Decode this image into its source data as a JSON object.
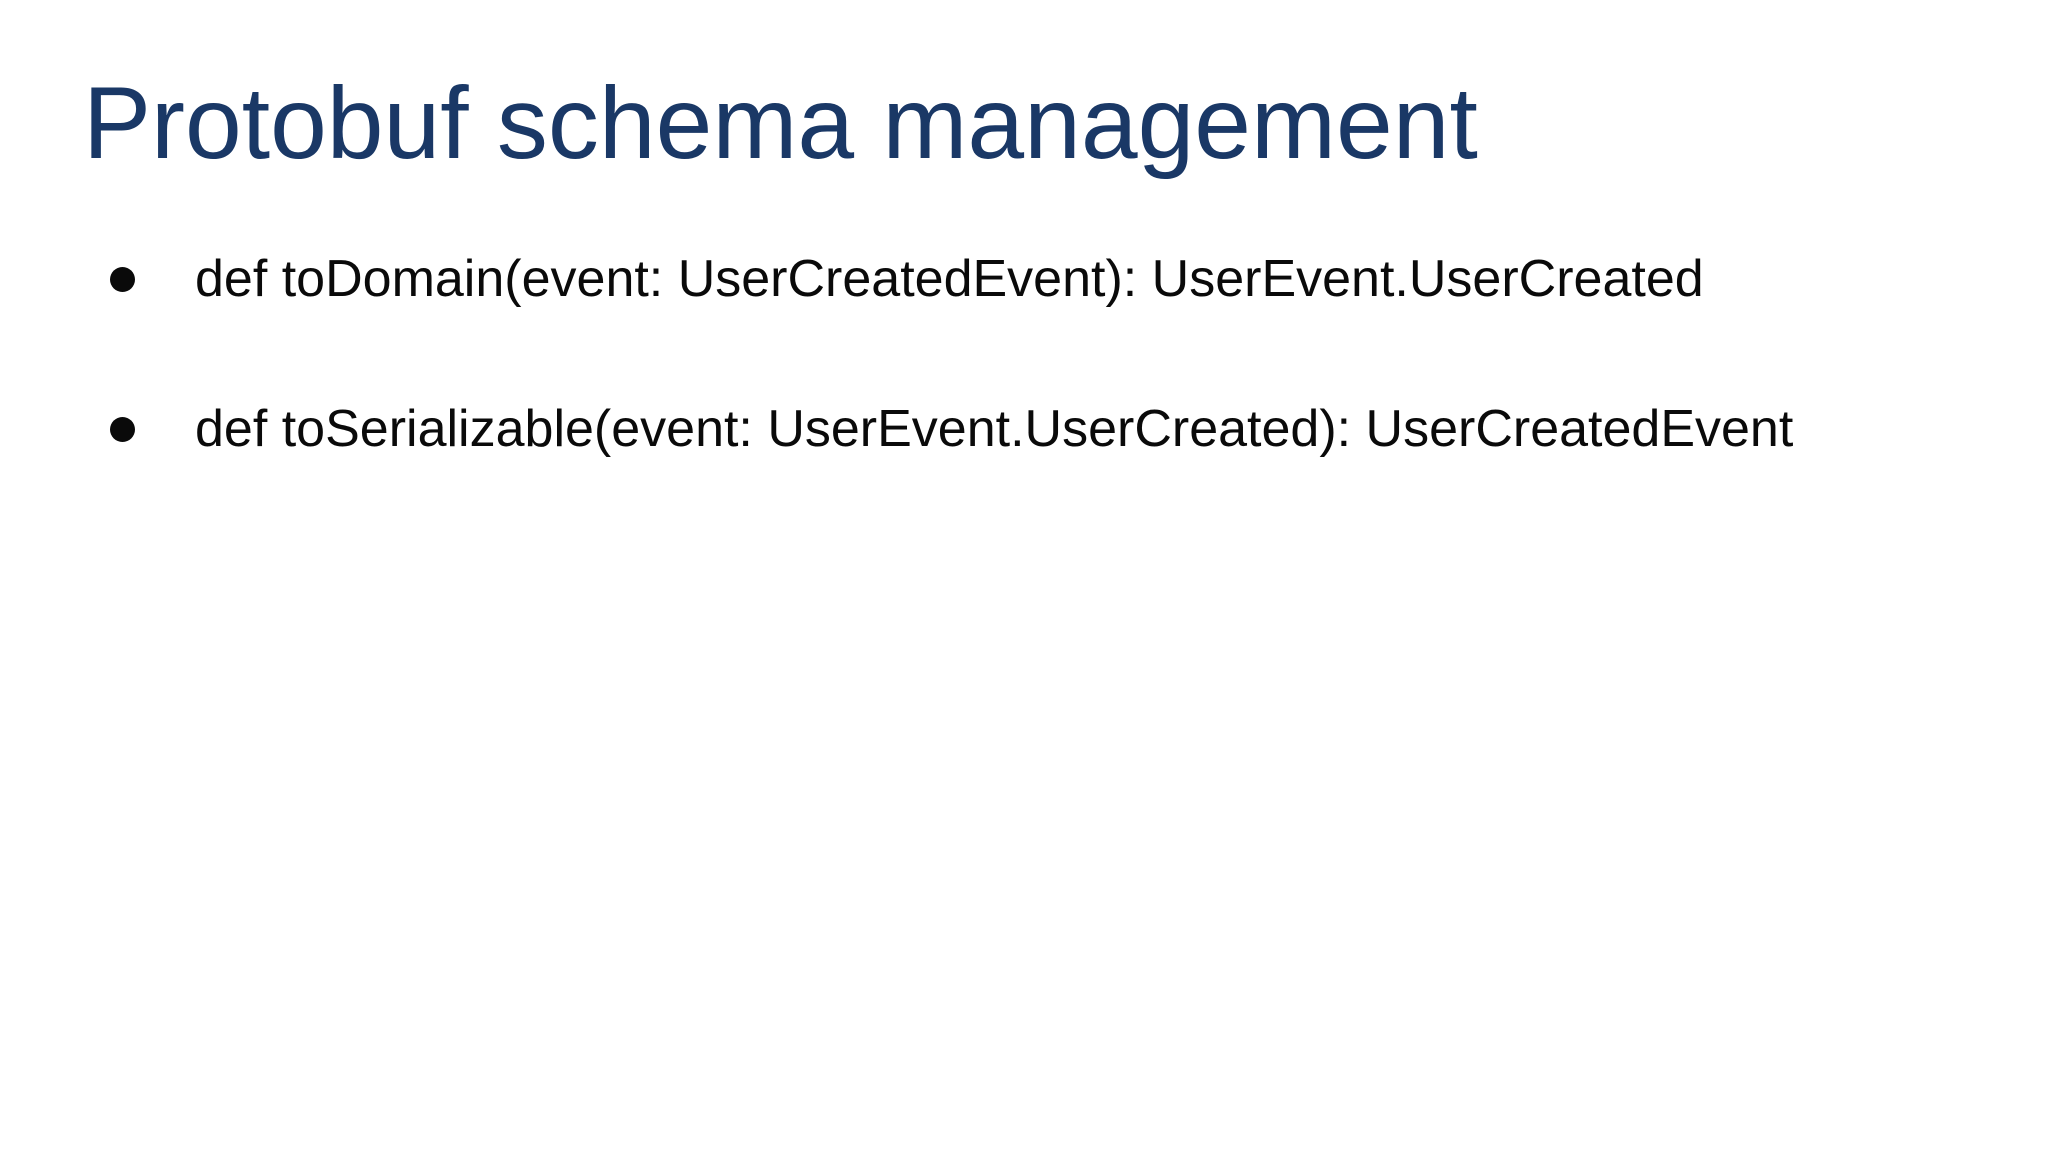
{
  "slide": {
    "title": "Protobuf schema management",
    "bullets": [
      "def toDomain(event: UserCreatedEvent): UserEvent.UserCreated",
      "def toSerializable(event: UserEvent.UserCreated): UserCreatedEvent"
    ],
    "colors": {
      "background": "#ffffff",
      "title_text": "#1a3866",
      "body_text": "#0a0a0a",
      "bullet_marker": "#0a0a0a"
    }
  }
}
